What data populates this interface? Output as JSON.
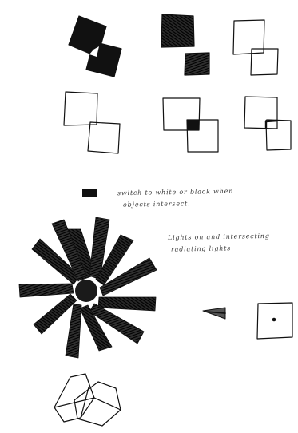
{
  "notes": {
    "line1": "switch to white or black when",
    "line2": "objects intersect.",
    "line3": "Lights on and intersecting",
    "line4": "radiating lights"
  },
  "colors": {
    "paper": "#ffffff",
    "ink": "#111111"
  }
}
